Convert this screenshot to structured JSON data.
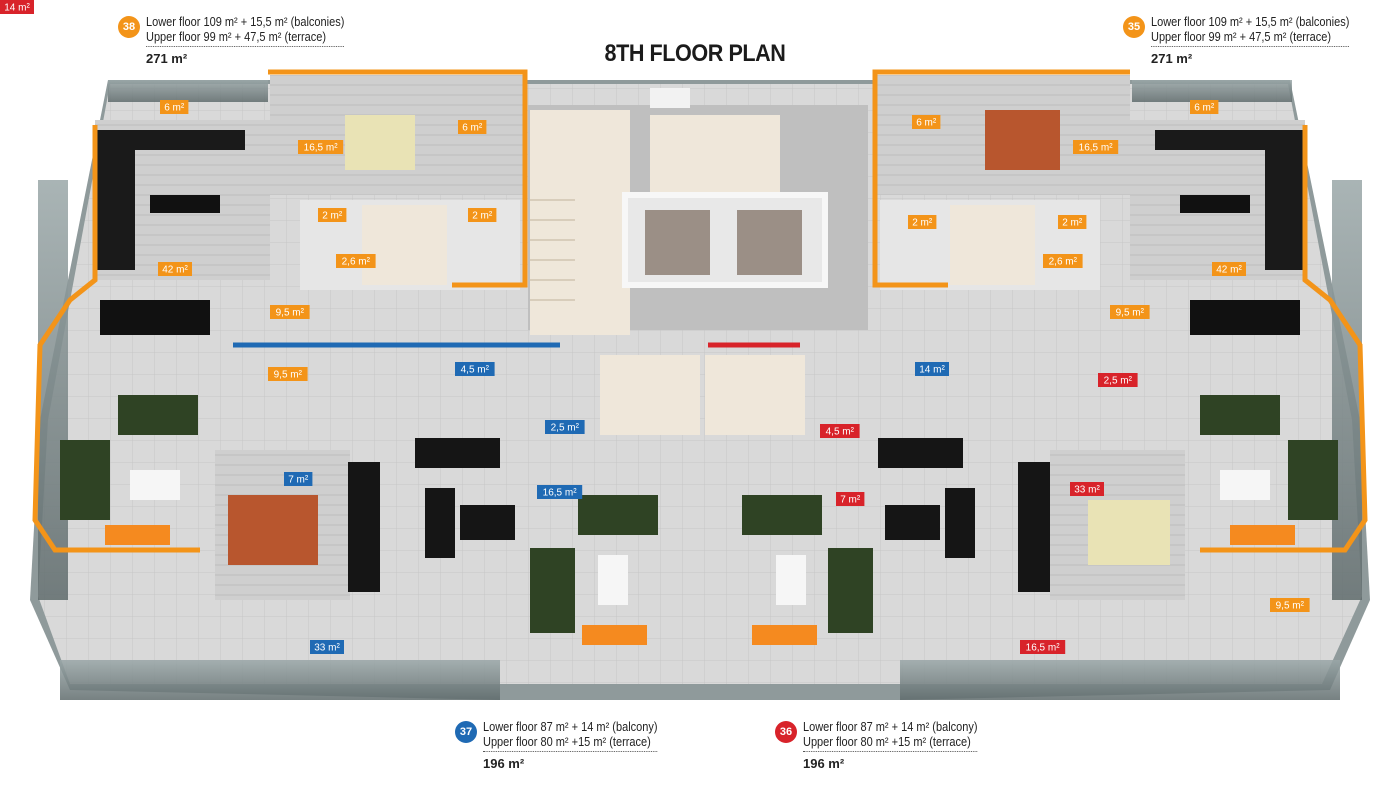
{
  "title": "8TH FLOOR PLAN",
  "colors": {
    "orange": "#f39419",
    "blue": "#1f6ab4",
    "red": "#d8232a",
    "floor": "#dcdcdc",
    "wall": "#f2f2f2"
  },
  "apartments": [
    {
      "id": "apt-38",
      "number": "38",
      "color": "#f39419",
      "line1": "Lower floor 109 m² +  15,5 m² (balconies)",
      "line2": "Upper floor  99 m² +  47,5 m² (terrace)",
      "total": "271 m²"
    },
    {
      "id": "apt-35",
      "number": "35",
      "color": "#f39419",
      "line1": "Lower floor 109 m² +  15,5 m² (balconies)",
      "line2": "Upper floor  99 m² +  47,5 m² (terrace)",
      "total": "271 m²"
    },
    {
      "id": "apt-37",
      "number": "37",
      "color": "#1f6ab4",
      "line1": "Lower floor   87 m² +   14 m² (balcony)",
      "line2": "Upper floor   80 m² +15 m² (terrace)",
      "total": "196 m²"
    },
    {
      "id": "apt-36",
      "number": "36",
      "color": "#d8232a",
      "line1": "Lower floor   87 m² +   14 m² (balcony)",
      "line2": "Upper floor   80 m² +15 m² (terrace)",
      "total": "196 m²"
    }
  ],
  "area_labels": [
    {
      "text": "6 m²",
      "color": "#f39419"
    },
    {
      "text": "16,5 m²",
      "color": "#f39419"
    },
    {
      "text": "6 m²",
      "color": "#f39419"
    },
    {
      "text": "2 m²",
      "color": "#f39419"
    },
    {
      "text": "2 m²",
      "color": "#f39419"
    },
    {
      "text": "2,6 m²",
      "color": "#f39419"
    },
    {
      "text": "42 m²",
      "color": "#f39419"
    },
    {
      "text": "9,5 m²",
      "color": "#f39419"
    },
    {
      "text": "9,5 m²",
      "color": "#f39419"
    },
    {
      "text": "6 m²",
      "color": "#f39419"
    },
    {
      "text": "16,5 m²",
      "color": "#f39419"
    },
    {
      "text": "6 m²",
      "color": "#f39419"
    },
    {
      "text": "2 m²",
      "color": "#f39419"
    },
    {
      "text": "2 m²",
      "color": "#f39419"
    },
    {
      "text": "2,6 m²",
      "color": "#f39419"
    },
    {
      "text": "42 m²",
      "color": "#f39419"
    },
    {
      "text": "9,5 m²",
      "color": "#f39419"
    },
    {
      "text": "9,5 m²",
      "color": "#f39419"
    },
    {
      "text": "4,5 m²",
      "color": "#1f6ab4"
    },
    {
      "text": "2,5 m²",
      "color": "#1f6ab4"
    },
    {
      "text": "7 m²",
      "color": "#1f6ab4"
    },
    {
      "text": "16,5 m²",
      "color": "#1f6ab4"
    },
    {
      "text": "33 m²",
      "color": "#1f6ab4"
    },
    {
      "text": "14 m²",
      "color": "#1f6ab4"
    },
    {
      "text": "2,5 m²",
      "color": "#d8232a"
    },
    {
      "text": "4,5 m²",
      "color": "#d8232a"
    },
    {
      "text": "7 m²",
      "color": "#d8232a"
    },
    {
      "text": "33 m²",
      "color": "#d8232a"
    },
    {
      "text": "16,5 m²",
      "color": "#d8232a"
    },
    {
      "text": "14 m²",
      "color": "#d8232a"
    }
  ]
}
